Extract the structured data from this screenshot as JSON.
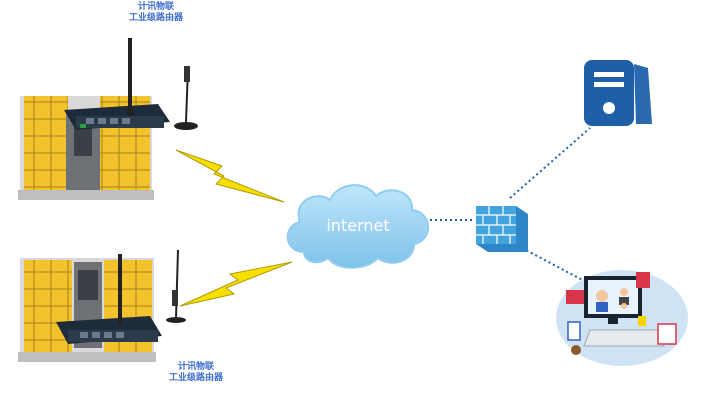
{
  "router_top": {
    "line1": "计讯物联",
    "line2": "工业级路由器"
  },
  "router_bottom": {
    "line1": "计讯物联",
    "line2": "工业级路由器"
  },
  "cloud": {
    "label": "internet"
  },
  "colors": {
    "label_blue": "#3d6ed0",
    "cloud_blue": "#9fd4f2",
    "server_blue": "#1f5fa8",
    "bolt_yellow": "#f7e000",
    "locker_yellow": "#f2c32c",
    "firewall_blue": "#43a3dc",
    "link_dots": "#1f5fa8"
  },
  "icons": [
    "router-icon",
    "antenna-icon",
    "locker-icon",
    "lightning-icon",
    "cloud-icon",
    "firewall-icon",
    "server-icon",
    "workstation-icon"
  ]
}
